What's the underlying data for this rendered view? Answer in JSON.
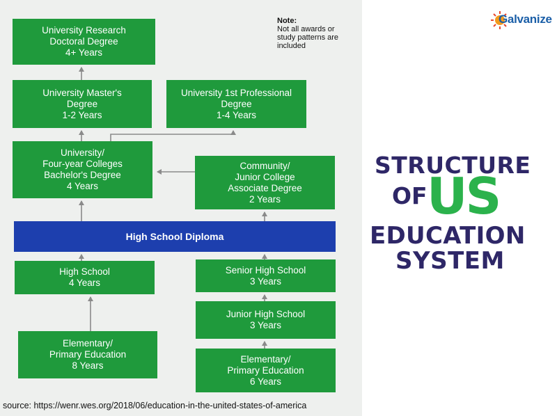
{
  "note": {
    "title": "Note:",
    "text1": "Not all awards or",
    "text2": "study patterns are",
    "text3": "included"
  },
  "boxes": {
    "doctoral": [
      "University Research",
      "Doctoral Degree",
      "4+ Years"
    ],
    "masters": [
      "University Master's",
      "Degree",
      "1-2 Years"
    ],
    "professional": [
      "University 1st Professional",
      "Degree",
      "1-4 Years"
    ],
    "university": [
      "University/",
      "Four-year Colleges",
      "Bachelor's Degree",
      "4 Years"
    ],
    "community": [
      "Community/",
      "Junior College",
      "Associate Degree",
      "2 Years"
    ],
    "high_school": [
      "High School",
      "4 Years"
    ],
    "senior_high": [
      "Senior High School",
      "3 Years"
    ],
    "junior_high": [
      "Junior High School",
      "3 Years"
    ],
    "elementary_left": [
      "Elementary/",
      "Primary Education",
      "8 Years"
    ],
    "elementary_right": [
      "Elementary/",
      "Primary Education",
      "6 Years"
    ]
  },
  "diploma": "High School Diploma",
  "source": "source: https://wenr.wes.org/2018/06/education-in-the-united-states-of-america",
  "logo": "Galvanize",
  "title": {
    "line1": "STRUCTURE",
    "line2": "OF",
    "line2_big": "US",
    "line3": "EDUCATION",
    "line4": "SYSTEM"
  },
  "colors": {
    "box_green": "#1f9a3c",
    "bar_blue": "#1d3fae",
    "title_navy": "#2e2767",
    "title_green": "#2bb24c",
    "panel_bg": "#eef0ee"
  }
}
